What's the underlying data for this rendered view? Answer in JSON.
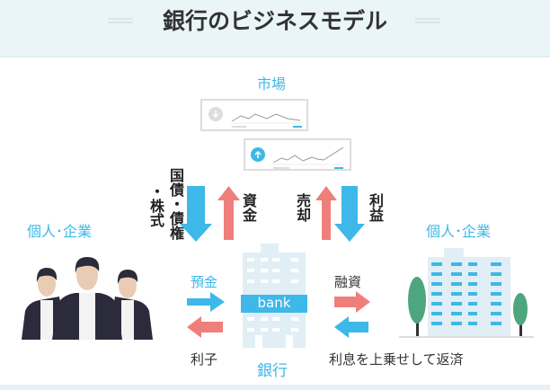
{
  "title": "銀行のビジネスモデル",
  "market": "市場",
  "left_party": "個人･企業",
  "right_party": "個人･企業",
  "bank_name": "銀行",
  "bank_sign": "bank",
  "vertical": {
    "securities_col1": "国債・債権",
    "securities_col2": "・株式",
    "funds": "資金",
    "sale": "売却",
    "profit": "利益"
  },
  "horizontal": {
    "deposit": "預金",
    "interest": "利子",
    "loan": "融資",
    "repayment": "利息を上乗せして返済"
  },
  "colors": {
    "blue": "#3db8e8",
    "red": "#ef7f7b",
    "header_bg": "#eaf5f8"
  }
}
